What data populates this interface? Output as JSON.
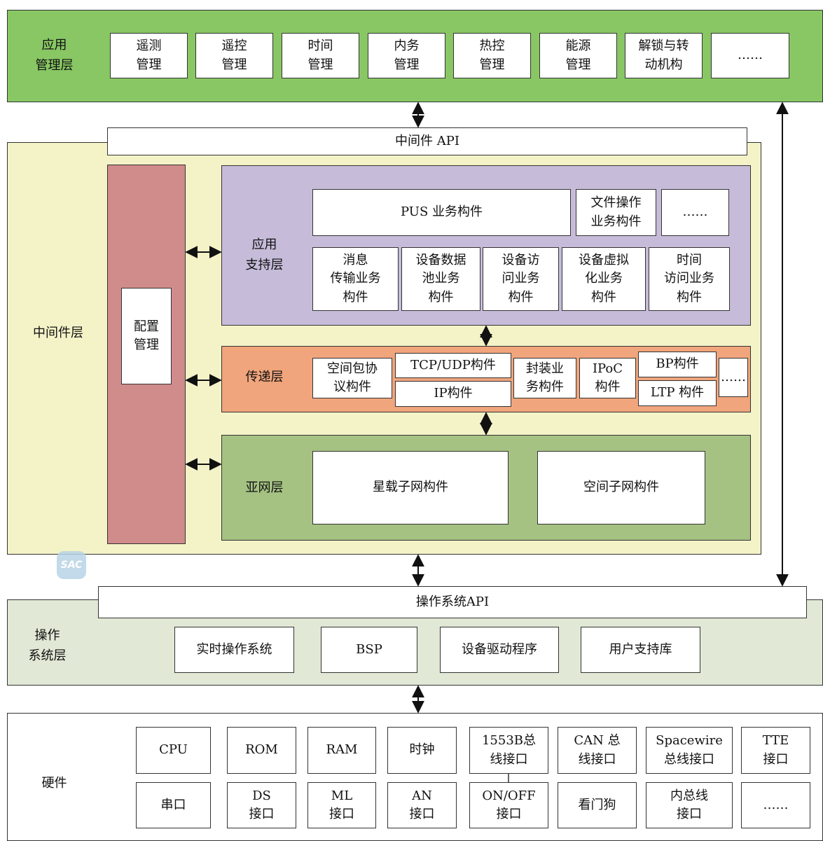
{
  "app_layer": {
    "label": "应用\n管理层",
    "color": "#88c764",
    "items": [
      "遥测\n管理",
      "遥控\n管理",
      "时间\n管理",
      "内务\n管理",
      "热控\n管理",
      "能源\n管理",
      "解锁与转\n动机构",
      "……"
    ]
  },
  "middleware_api": "中间件  API",
  "middleware_layer": {
    "label": "中间件层",
    "color": "#f4f3c8",
    "config": "配置\n管理",
    "config_color": "#cf8c8b",
    "app_support": {
      "label": "应用\n支持层",
      "color": "#c6bcd9",
      "pus": "PUS  业务构件",
      "file_op": "文件操作\n业务构件",
      "more": "……",
      "row2": [
        "消息\n传输业务\n构件",
        "设备数据\n池业务\n构件",
        "设备访\n问业务\n构件",
        "设备虚拟\n化业务\n构件",
        "时间\n访问业务\n构件"
      ]
    },
    "transfer": {
      "label": "传递层",
      "color": "#f0a57c",
      "space_packet": "空间包协\n议构件",
      "tcp_udp": "TCP/UDP构件",
      "ip": "IP构件",
      "encap": "封装业\n务构件",
      "ipoc": "IPoC\n构件",
      "bp": "BP构件",
      "ltp": "LTP 构件",
      "more": "……"
    },
    "subnet": {
      "label": "亚网层",
      "color": "#a5c283",
      "onboard": "星载子网构件",
      "space": "空间子网构件"
    }
  },
  "watermark": "SAC",
  "os_api": "操作系统API",
  "os_layer": {
    "label": "操作\n系统层",
    "color": "#e1e8d6",
    "items": [
      "实时操作系统",
      "BSP",
      "设备驱动程序",
      "用户支持库"
    ]
  },
  "hardware": {
    "label": "硬件",
    "row1": [
      "CPU",
      "ROM",
      "RAM",
      "时钟",
      "1553B总\n线接口",
      "CAN 总\n线接口",
      "Spacewire\n总线接口",
      "TTE\n接口"
    ],
    "row2": [
      "串口",
      "DS\n接口",
      "ML\n接口",
      "AN\n接口",
      "ON/OFF\n接口",
      "看门狗",
      "内总线\n接口",
      "……"
    ]
  }
}
